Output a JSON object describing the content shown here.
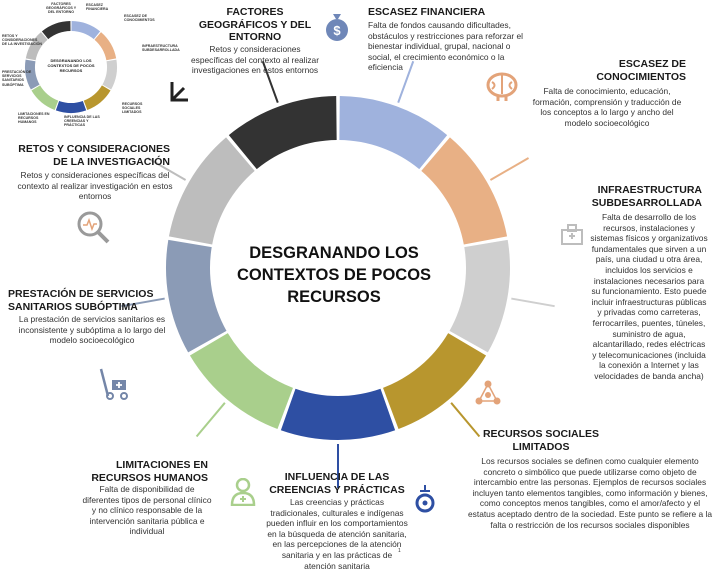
{
  "center_title": "DESGRANANDO LOS CONTEXTOS DE POCOS RECURSOS",
  "colors": {
    "financiera": "#9fb2dd",
    "conocimientos": "#e8b085",
    "infraestructura": "#cfcfcf",
    "sociales": "#b8962e",
    "creencias": "#2e4fa3",
    "humanos": "#a9cf8c",
    "servicios": "#8b9bb6",
    "investigacion": "#bdbdbd",
    "geograficos": "#333333",
    "icons": "#e3a379"
  },
  "sections": [
    {
      "id": "financiera",
      "title": "ESCASEZ FINANCIERA",
      "body": "Falta de fondos causando dificultades, obstáculos y restricciones para reforzar el bienestar individual, grupal, nacional o social, el crecimiento económico o la eficiencia",
      "icon": "money-bag-icon"
    },
    {
      "id": "conocimientos",
      "title": "ESCASEZ DE CONOCIMIENTOS",
      "body": "Falta de conocimiento, educación, formación, comprensión y traducción de los conceptos a lo largo y ancho del modelo socioecológico",
      "icon": "brain-icon"
    },
    {
      "id": "infraestructura",
      "title": "INFRAESTRUCTURA SUBDESARROLLADA",
      "body": "Falta de desarrollo de los recursos, instalaciones y sistemas físicos y organizativos fundamentales que sirven a un país, una ciudad u otra área, incluidos los servicios e instalaciones necesarios para su funcionamiento. Esto puede incluir infraestructuras públicas y privadas como carreteras, ferrocarriles, puentes, túneles, suministro de agua, alcantarillado, redes eléctricas y telecomunicaciones (incluida la conexión a Internet y las velocidades de banda ancha)",
      "icon": "hospital-icon"
    },
    {
      "id": "sociales",
      "title": "RECURSOS SOCIALES LIMITADOS",
      "body": "Los recursos sociales se definen como cualquier elemento concreto o simbólico que puede utilizarse como objeto de intercambio entre las personas. Ejemplos de recursos sociales incluyen tanto elementos tangibles, como información y bienes, como conceptos menos tangibles, como el amor/afecto y el estatus aceptado dentro de la sociedad. Este punto se refiere a la falta o restricción de los recursos sociales disponibles",
      "icon": "network-icon"
    },
    {
      "id": "creencias",
      "title": "INFLUENCIA DE LAS CREENCIAS Y PRÁCTICAS",
      "body": "Las creencias y prácticas tradicionales, culturales e indígenas pueden influir en los comportamientos en la búsqueda de atención sanitaria, en las percepciones de la atención sanitaria y en las prácticas de atención sanitaria",
      "icon": "amulet-icon"
    },
    {
      "id": "humanos",
      "title": "LIMITACIONES EN RECURSOS HUMANOS",
      "body": "Falta de disponibilidad de diferentes tipos de personal clínico y no clínico responsable de la intervención sanitaria pública e individual",
      "icon": "doctor-icon"
    },
    {
      "id": "servicios",
      "title": "PRESTACIÓN DE SERVICIOS SANITARIOS SUBÓPTIMA",
      "body": "La prestación de servicios sanitarios es inconsistente y subóptima a lo largo del modelo socioecológico",
      "icon": "medical-cart-icon"
    },
    {
      "id": "investigacion",
      "title": "RETOS Y CONSIDERACIONES DE LA INVESTIGACIÓN",
      "body": "Retos y consideraciones específicas del contexto al realizar investigación en estos entornos",
      "icon": "magnifier-icon"
    },
    {
      "id": "geograficos",
      "title": "FACTORES GEOGRÁFICOS Y DEL ENTORNO",
      "body": "Retos y consideraciones específicas del contexto al realizar investigaciones en estos entornos",
      "icon": "map-icon"
    }
  ],
  "footnote": "1"
}
